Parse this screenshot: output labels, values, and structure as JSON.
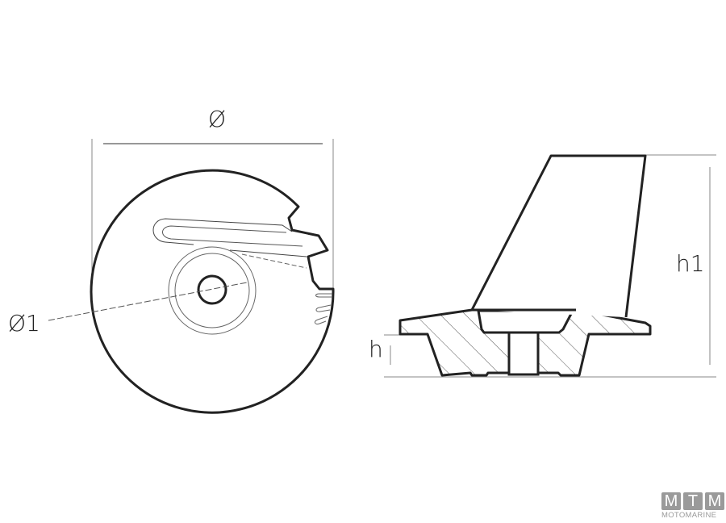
{
  "drawing": {
    "labels": {
      "diameter": "Ø",
      "inner_diameter": "Ø1",
      "base_height": "h",
      "total_height": "h1"
    },
    "views": [
      "front-view",
      "side-section-view"
    ]
  },
  "logo": {
    "letters": [
      "M",
      "T",
      "M"
    ],
    "text": "MOTOMARINE",
    "color": "#9a9a9a"
  },
  "colors": {
    "outline": "#222222",
    "thin_line": "#555555",
    "dimension_line": "#888888",
    "background": "#ffffff"
  }
}
